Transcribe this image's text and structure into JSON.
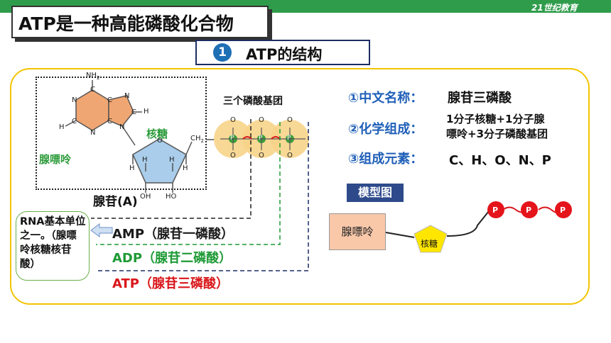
{
  "header": {
    "title": "ATP是一种高能磷酸化合物",
    "logo_text": "21世纪教育"
  },
  "section": {
    "number": "1",
    "title": "ATP的结构"
  },
  "structure": {
    "atoms": {
      "nh2": "NH",
      "nh2_sub": "2",
      "c": "C",
      "n": "N",
      "h": "H",
      "ch2": "CH",
      "ch2_sub": "2",
      "o": "O",
      "p": "P",
      "oh": "OH",
      "ho": "HO",
      "h2": "H"
    },
    "adenine_label": "腺嘌呤",
    "ribose_label": "核糖",
    "adenosine_label": "腺苷(A)",
    "phosphate_label": "三个磷酸基团"
  },
  "info": {
    "name_key": "①中文名称：",
    "name_value": "腺苷三磷酸",
    "composition_key": "②化学组成：",
    "composition_line1": "1分子核糖+1分子腺",
    "composition_line2": "嘌呤+3分子磷酸基团",
    "elements_key": "③组成元素：",
    "elements_value": "C、H、O、N、P"
  },
  "model": {
    "label": "模型图",
    "adenine": "腺嘌呤",
    "ribose": "核糖",
    "phosphates": [
      "P",
      "P",
      "P"
    ]
  },
  "nucleotides": {
    "amp": "AMP（腺苷一磷酸）",
    "adp": "ADP（腺苷二磷酸）",
    "atp": "ATP（腺苷三磷酸）"
  },
  "rna_note": "RNA基本单位之一。（腺嘌呤核糖核苷酸）",
  "colors": {
    "topbar": "#2f9c4b",
    "panel_border": "#f2c400",
    "adenine_fill": "#f0a672",
    "ribose_fill": "#a9cdea",
    "phosphate_fill": "#f7d48a",
    "label_green": "#2e9c3c",
    "amp_color": "#1a1a1a",
    "adp_color": "#1e9a35",
    "atp_color": "#d9161a",
    "info_blue": "#1f5fb8",
    "model_phosphate": "#e5141b",
    "model_ribose": "#ffe600"
  }
}
